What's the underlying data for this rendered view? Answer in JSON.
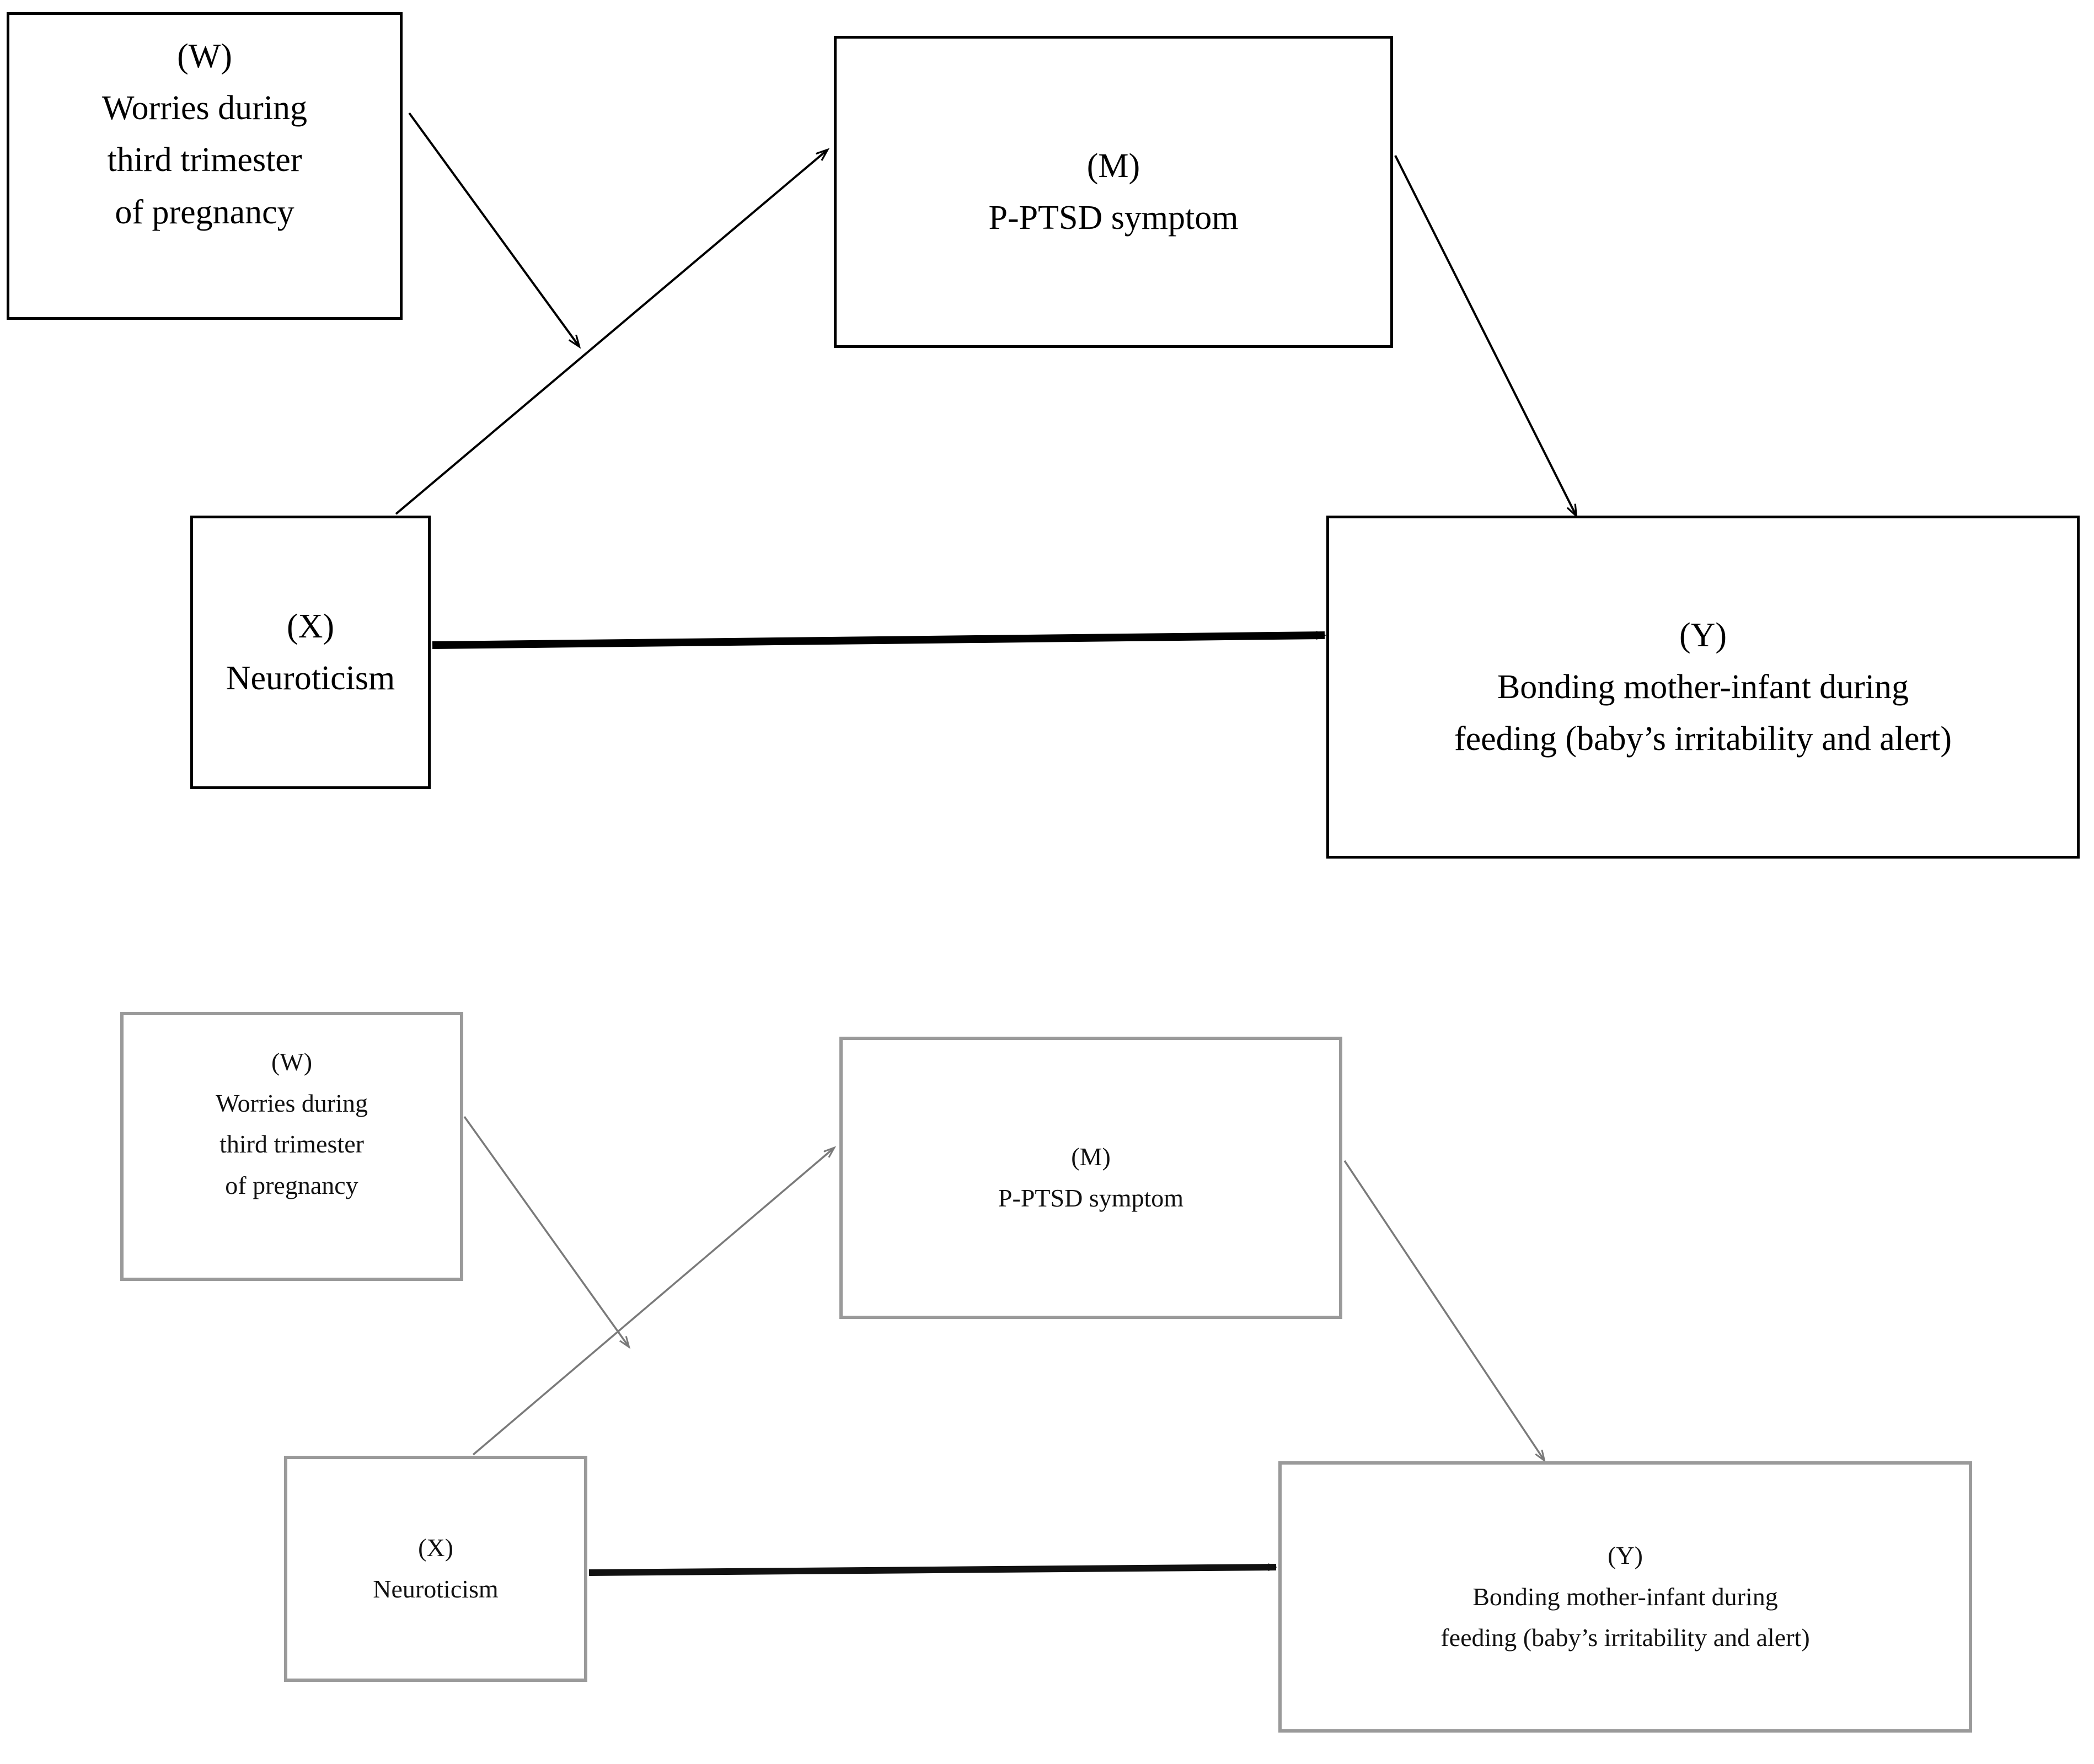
{
  "figure": {
    "type": "moderated-mediation-path-diagram",
    "panels": [
      {
        "id": "panel-top",
        "style": {
          "box_border_color": "#000000",
          "text_color": "#000000"
        },
        "nodes": [
          {
            "id": "W",
            "code": "(W)",
            "label_lines": [
              "Worries during",
              "third trimester",
              "of pregnancy"
            ]
          },
          {
            "id": "M",
            "code": "(M)",
            "label_lines": [
              "P-PTSD symptom"
            ]
          },
          {
            "id": "X",
            "code": "(X)",
            "label_lines": [
              "Neuroticism"
            ]
          },
          {
            "id": "Y",
            "code": "(Y)",
            "label_lines": [
              "Bonding mother-infant during",
              "feeding (baby’s irritability and alert)"
            ]
          }
        ],
        "arrows": [
          {
            "id": "w-to-xm-path",
            "from": "W",
            "to": "path-X-to-M",
            "weight": "thin",
            "color": "#000000"
          },
          {
            "id": "x-to-m",
            "from": "X",
            "to": "M",
            "weight": "thin",
            "color": "#000000"
          },
          {
            "id": "m-to-y",
            "from": "M",
            "to": "Y",
            "weight": "thin",
            "color": "#000000"
          },
          {
            "id": "x-to-y",
            "from": "X",
            "to": "Y",
            "weight": "thick",
            "color": "#000000"
          }
        ]
      },
      {
        "id": "panel-bottom",
        "style": {
          "box_border_color": "#9a9a9a",
          "text_color": "#111111"
        },
        "nodes": [
          {
            "id": "W",
            "code": "(W)",
            "label_lines": [
              "Worries during",
              "third trimester",
              "of pregnancy"
            ]
          },
          {
            "id": "M",
            "code": "(M)",
            "label_lines": [
              "P-PTSD symptom"
            ]
          },
          {
            "id": "X",
            "code": "(X)",
            "label_lines": [
              "Neuroticism"
            ]
          },
          {
            "id": "Y",
            "code": "(Y)",
            "label_lines": [
              "Bonding mother-infant during",
              "feeding (baby’s irritability and alert)"
            ]
          }
        ],
        "arrows": [
          {
            "id": "w-to-xm-path",
            "from": "W",
            "to": "path-X-to-M",
            "weight": "thin",
            "color": "#7a7a7a"
          },
          {
            "id": "x-to-m",
            "from": "X",
            "to": "M",
            "weight": "thin",
            "color": "#7a7a7a"
          },
          {
            "id": "m-to-y",
            "from": "M",
            "to": "Y",
            "weight": "thin",
            "color": "#7a7a7a"
          },
          {
            "id": "x-to-y",
            "from": "X",
            "to": "Y",
            "weight": "thick",
            "color": "#111111"
          }
        ]
      }
    ]
  }
}
